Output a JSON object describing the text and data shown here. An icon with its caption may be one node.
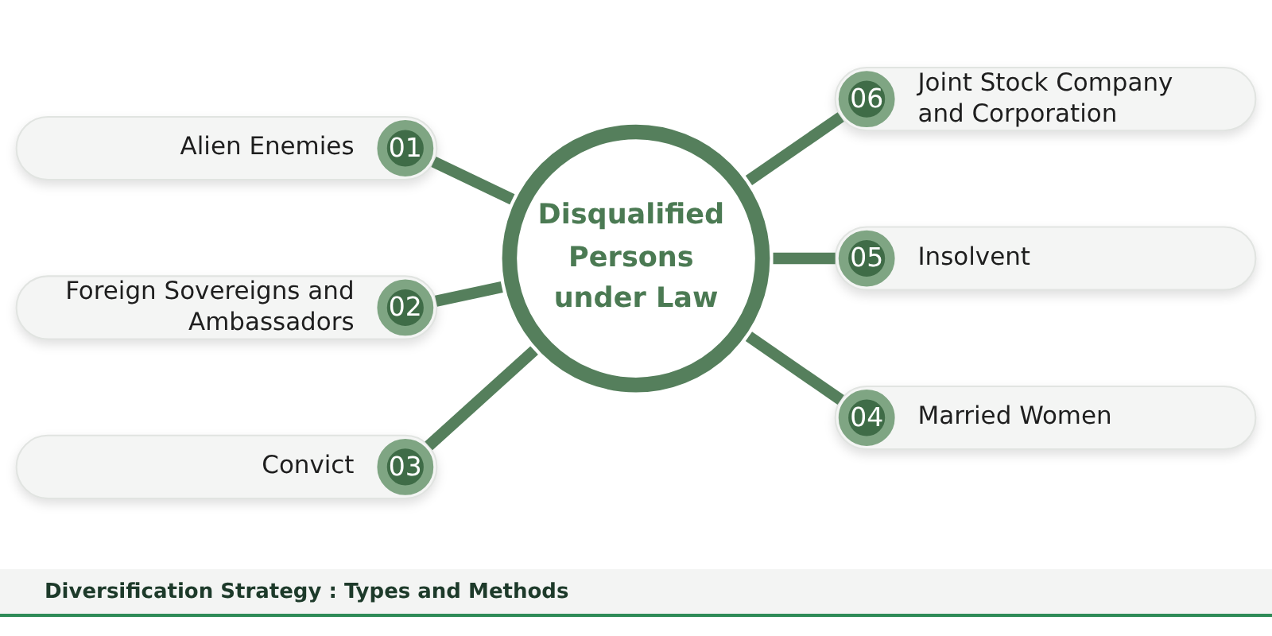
{
  "diagram": {
    "nodes": [
      {
        "text": [
          "Disqualified Persons under Law"
        ]
      },
      {
        "text": [
          "Alien Enemies"
        ]
      },
      {
        "text": [
          "01"
        ],
        "in": 1
      },
      {
        "text": [
          "Foreign Sovereigns and Ambassadors"
        ]
      },
      {
        "text": [
          "02"
        ],
        "in": 3
      },
      {
        "text": [
          "Convict"
        ]
      },
      {
        "text": [
          "03"
        ],
        "in": 5
      },
      {
        "text": [
          "Married Women"
        ]
      },
      {
        "text": [
          "04"
        ],
        "in": 7
      },
      {
        "text": [
          "Insolvent"
        ]
      },
      {
        "text": [
          "05"
        ],
        "in": 9
      },
      {
        "text": [
          "Joint Stock Company and Corporation"
        ]
      },
      {
        "text": [
          "06"
        ],
        "in": 11
      }
    ],
    "edges": [
      {
        "from": 2,
        "to": 0,
        "arrow": "none"
      },
      {
        "from": 4,
        "to": 0,
        "arrow": "none"
      },
      {
        "from": 6,
        "to": 0,
        "arrow": "none"
      },
      {
        "from": 0,
        "to": 12,
        "arrow": "none"
      },
      {
        "from": 0,
        "to": 10,
        "arrow": "none"
      },
      {
        "from": 0,
        "to": 8,
        "arrow": "none"
      }
    ],
    "caption": "Diversification Strategy : Types and Methods"
  }
}
